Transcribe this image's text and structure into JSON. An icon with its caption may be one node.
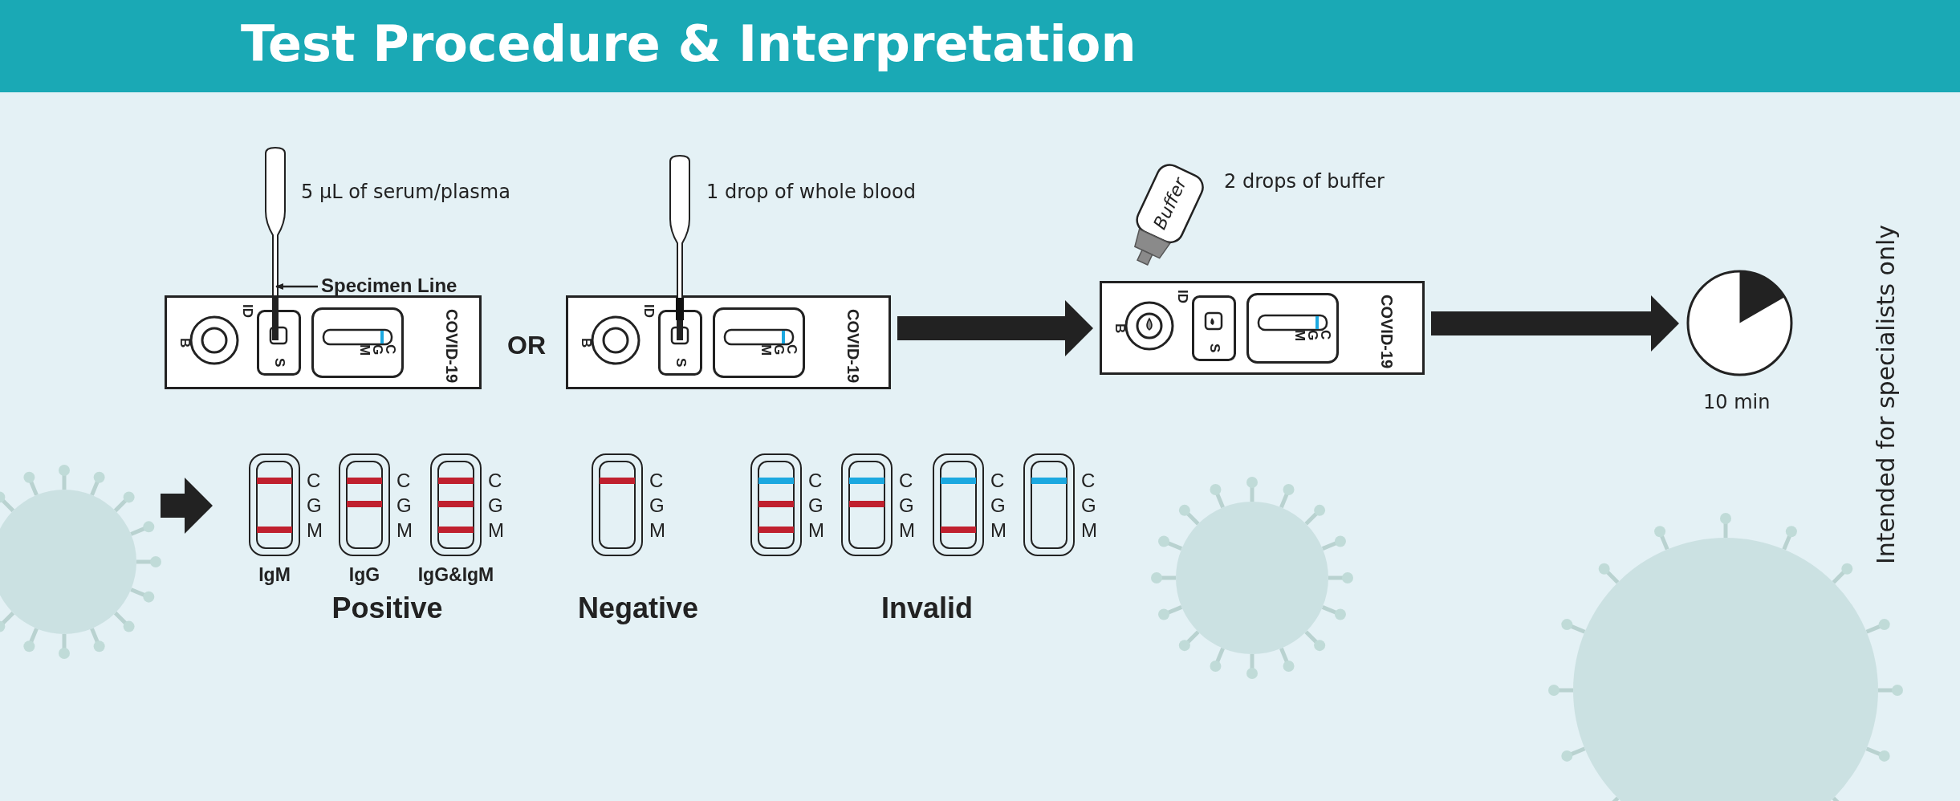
{
  "diagram": {
    "title": "Test Procedure & Interpretation",
    "nodes": [
      {
        "text": [
          "ID",
          "B",
          "S",
          "C",
          "G",
          "M",
          "COVID-19"
        ]
      },
      {
        "text": [
          "Specimen Line"
        ]
      },
      {
        "text": [
          "ID",
          "B",
          "S",
          "C",
          "G",
          "M",
          "COVID-19"
        ]
      },
      {
        "text": [
          "ID",
          "B",
          "S",
          "C",
          "G",
          "M",
          "COVID-19"
        ]
      },
      {
        "text": [
          "Buffer"
        ]
      },
      {
        "text": [],
        "shape": "circle",
        "beside": [
          "10 min"
        ]
      },
      {
        "text": [
          "Positive"
        ]
      },
      {
        "text": [
          "IgM"
        ],
        "in": 6,
        "beside": [
          "C",
          "G",
          "M"
        ]
      },
      {
        "text": [
          "IgG"
        ],
        "in": 6,
        "beside": [
          "C",
          "G",
          "M"
        ]
      },
      {
        "text": [
          "IgG&IgM"
        ],
        "in": 6,
        "beside": [
          "C",
          "G",
          "M"
        ]
      },
      {
        "text": [
          "Negative"
        ]
      },
      {
        "text": [],
        "shape": "box",
        "in": 10,
        "beside": [
          "C",
          "G",
          "M"
        ]
      },
      {
        "text": [
          "Invalid"
        ]
      },
      {
        "text": [],
        "shape": "box",
        "in": 12,
        "beside": [
          "C",
          "G",
          "M"
        ]
      },
      {
        "text": [],
        "shape": "box",
        "in": 12,
        "beside": [
          "C",
          "G",
          "M"
        ]
      },
      {
        "text": [],
        "shape": "box",
        "in": 12,
        "beside": [
          "C",
          "G",
          "M"
        ]
      },
      {
        "text": [],
        "shape": "box",
        "in": 12,
        "beside": [
          "C",
          "G",
          "M"
        ]
      }
    ],
    "edges": [
      {
        "from": 1,
        "to": null,
        "arrow": "to"
      },
      {
        "from": 2,
        "to": 3,
        "arrow": "to"
      },
      {
        "from": 3,
        "to": 5,
        "arrow": "to"
      },
      {
        "from": null,
        "to": 6,
        "arrow": "to"
      }
    ],
    "labels": [
      "5 µL of serum/plasma",
      "1 drop of whole blood",
      "2 drops of buffer",
      "OR",
      "Intended for specialists only"
    ]
  }
}
